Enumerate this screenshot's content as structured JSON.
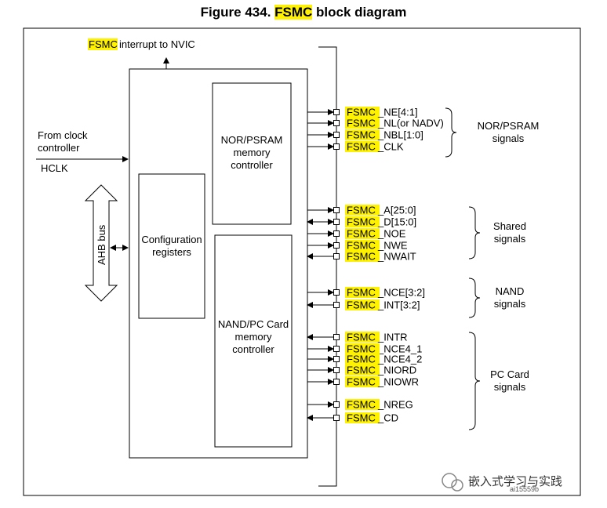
{
  "title": {
    "prefix": "Figure 434. ",
    "highlight": "FSMC",
    "suffix": " block diagram"
  },
  "interrupt": {
    "highlight": "FSMC",
    "text": " interrupt to NVIC"
  },
  "clock": {
    "line1": "From clock",
    "line2": "controller",
    "hclk": "HCLK"
  },
  "ahb_bus": "AHB bus",
  "blocks": {
    "config": [
      "Configuration",
      "registers"
    ],
    "nor": [
      "NOR/PSRAM",
      "memory",
      "controller"
    ],
    "nand": [
      "NAND/PC Card",
      "memory",
      "controller"
    ]
  },
  "signals": [
    {
      "prefix": "FSMC",
      "name": "_NE[4:1]"
    },
    {
      "prefix": "FSMC",
      "name": "_NL(or NADV)"
    },
    {
      "prefix": "FSMC",
      "name": "_NBL[1:0]"
    },
    {
      "prefix": "FSMC",
      "name": "_CLK"
    },
    {
      "prefix": "FSMC",
      "name": "_A[25:0]"
    },
    {
      "prefix": "FSMC",
      "name": "_D[15:0]"
    },
    {
      "prefix": "FSMC",
      "name": "_NOE"
    },
    {
      "prefix": "FSMC",
      "name": "_NWE"
    },
    {
      "prefix": "FSMC",
      "name": "_NWAIT"
    },
    {
      "prefix": "FSMC",
      "name": "_NCE[3:2]"
    },
    {
      "prefix": "FSMC",
      "name": "_INT[3:2]"
    },
    {
      "prefix": "FSMC",
      "name": "_INTR"
    },
    {
      "prefix": "FSMC",
      "name": "_NCE4_1"
    },
    {
      "prefix": "FSMC",
      "name": "_NCE4_2"
    },
    {
      "prefix": "FSMC",
      "name": "_NIORD"
    },
    {
      "prefix": "FSMC",
      "name": "_NIOWR"
    },
    {
      "prefix": "FSMC",
      "name": "_NREG"
    },
    {
      "prefix": "FSMC",
      "name": "_CD"
    }
  ],
  "groups": [
    {
      "lines": [
        "NOR/PSRAM",
        "signals"
      ]
    },
    {
      "lines": [
        "Shared",
        "signals"
      ]
    },
    {
      "lines": [
        "NAND",
        "signals"
      ]
    },
    {
      "lines": [
        "PC Card",
        "signals"
      ]
    }
  ],
  "watermark": "嵌入式学习与实践",
  "footnote": "ai15559b"
}
